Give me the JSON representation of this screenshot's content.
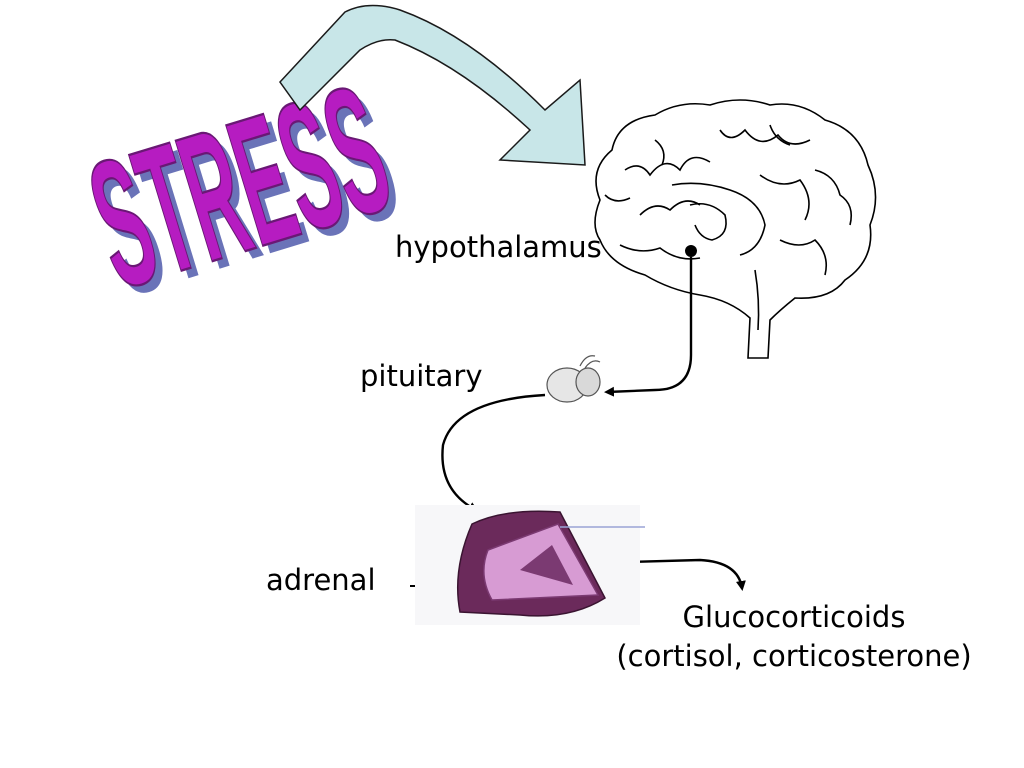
{
  "title_word": "STRESS",
  "labels": {
    "hypothalamus": "hypothalamus",
    "pituitary": "pituitary",
    "adrenal": "adrenal",
    "glucocorticoids_line1": "Glucocorticoids",
    "glucocorticoids_line2": "(cortisol, corticosterone)"
  },
  "colors": {
    "stress_fill": "#b61cc1",
    "stress_shadow": "#6a73b8",
    "big_arrow_fill": "#c8e6e8",
    "adrenal_outer": "#6b2a5b",
    "adrenal_cortex": "#d79bd3",
    "adrenal_medulla": "#7b3a72"
  },
  "icons": {
    "arrow": "curved-arrow-icon",
    "brain": "brain-icon",
    "pituitary": "pituitary-gland-icon",
    "adrenal": "adrenal-gland-icon"
  }
}
